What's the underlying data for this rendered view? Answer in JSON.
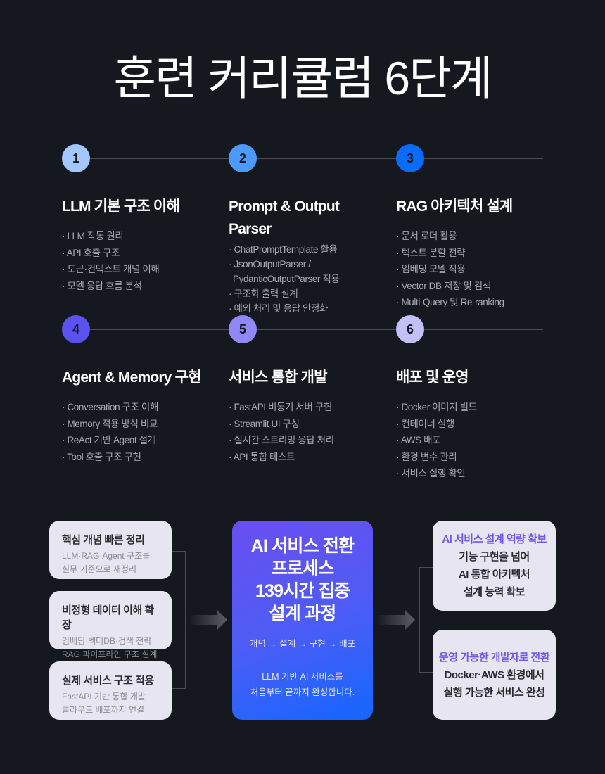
{
  "title": "훈련 커리큘럼 6단계",
  "steps": [
    {
      "num": "1",
      "color": "#a3c8ff",
      "title": "LLM 기본 구조 이해",
      "items": [
        "· LLM 작동 원리",
        "· API 호출 구조",
        "· 토큰·컨텍스트 개념 이해",
        "· 모델 응답 흐름 분석"
      ]
    },
    {
      "num": "2",
      "color": "#4c9aff",
      "title": "Prompt & Output Parser",
      "items": [
        "· ChatPromptTemplate 활용",
        "· JsonOutputParser /",
        "  PydanticOutputParser 적용",
        "· 구조화 출력 설계",
        "· 예외 처리 및 응답 안정화"
      ]
    },
    {
      "num": "3",
      "color": "#0a6cff",
      "title": "RAG 아키텍처 설계",
      "items": [
        "· 문서 로더 활용",
        "· 텍스트 분할 전략",
        "· 임베딩 모델 적용",
        "· Vector DB 저장 및 검색",
        "· Multi-Query 및 Re-ranking"
      ]
    },
    {
      "num": "4",
      "color": "#5b52f0",
      "title": "Agent & Memory 구현",
      "items": [
        "· Conversation 구조 이해",
        "· Memory 적용 방식 비교",
        "· ReAct 기반 Agent 설계",
        "· Tool 호출 구조 구현"
      ]
    },
    {
      "num": "5",
      "color": "#9088f6",
      "title": "서비스 통합 개발",
      "items": [
        "· FastAPI 비동기 서버 구현",
        "· Streamlit UI 구성",
        "· 실시간 스트리밍 응답 처리",
        "· API 통합 테스트"
      ]
    },
    {
      "num": "6",
      "color": "#c3bff9",
      "title": "배포 및 운영",
      "items": [
        "· Docker 이미지 빌드",
        "· 컨테이너 실행",
        "· AWS 배포",
        "· 환경 변수 관리",
        "· 서비스 실행 확인"
      ]
    }
  ],
  "left_cards": [
    {
      "title": "핵심 개념 빠른 정리",
      "lines": [
        "LLM·RAG·Agent 구조를",
        "실무 기준으로 재정리"
      ]
    },
    {
      "title": "비정형 데이터 이해 확장",
      "lines": [
        "임베딩·벡터DB·검색 전략",
        "RAG 파이프라인 구조 설계"
      ]
    },
    {
      "title": "실제 서비스 구조 적용",
      "lines": [
        "FastAPI 기반 통합 개발",
        "클라우드 배포까지 연결"
      ]
    }
  ],
  "center": {
    "title_lines": [
      "AI 서비스 전환",
      "프로세스",
      "139시간 집중",
      "설계 과정"
    ],
    "flow": "개념 → 설계 → 구현 → 배포",
    "desc_lines": [
      "LLM 기반 AI 서비스를",
      "처음부터 끝까지 완성합니다."
    ]
  },
  "right_cards": [
    {
      "highlight": "AI 서비스 설계 역량 확보",
      "lines": [
        "기능 구현을 넘어",
        "AI 통합 아키텍처",
        "설계 능력 확보"
      ]
    },
    {
      "highlight": "운영 가능한 개발자로 전환",
      "lines": [
        "Docker·AWS 환경에서",
        "실행 가능한 서비스 완성"
      ]
    }
  ]
}
